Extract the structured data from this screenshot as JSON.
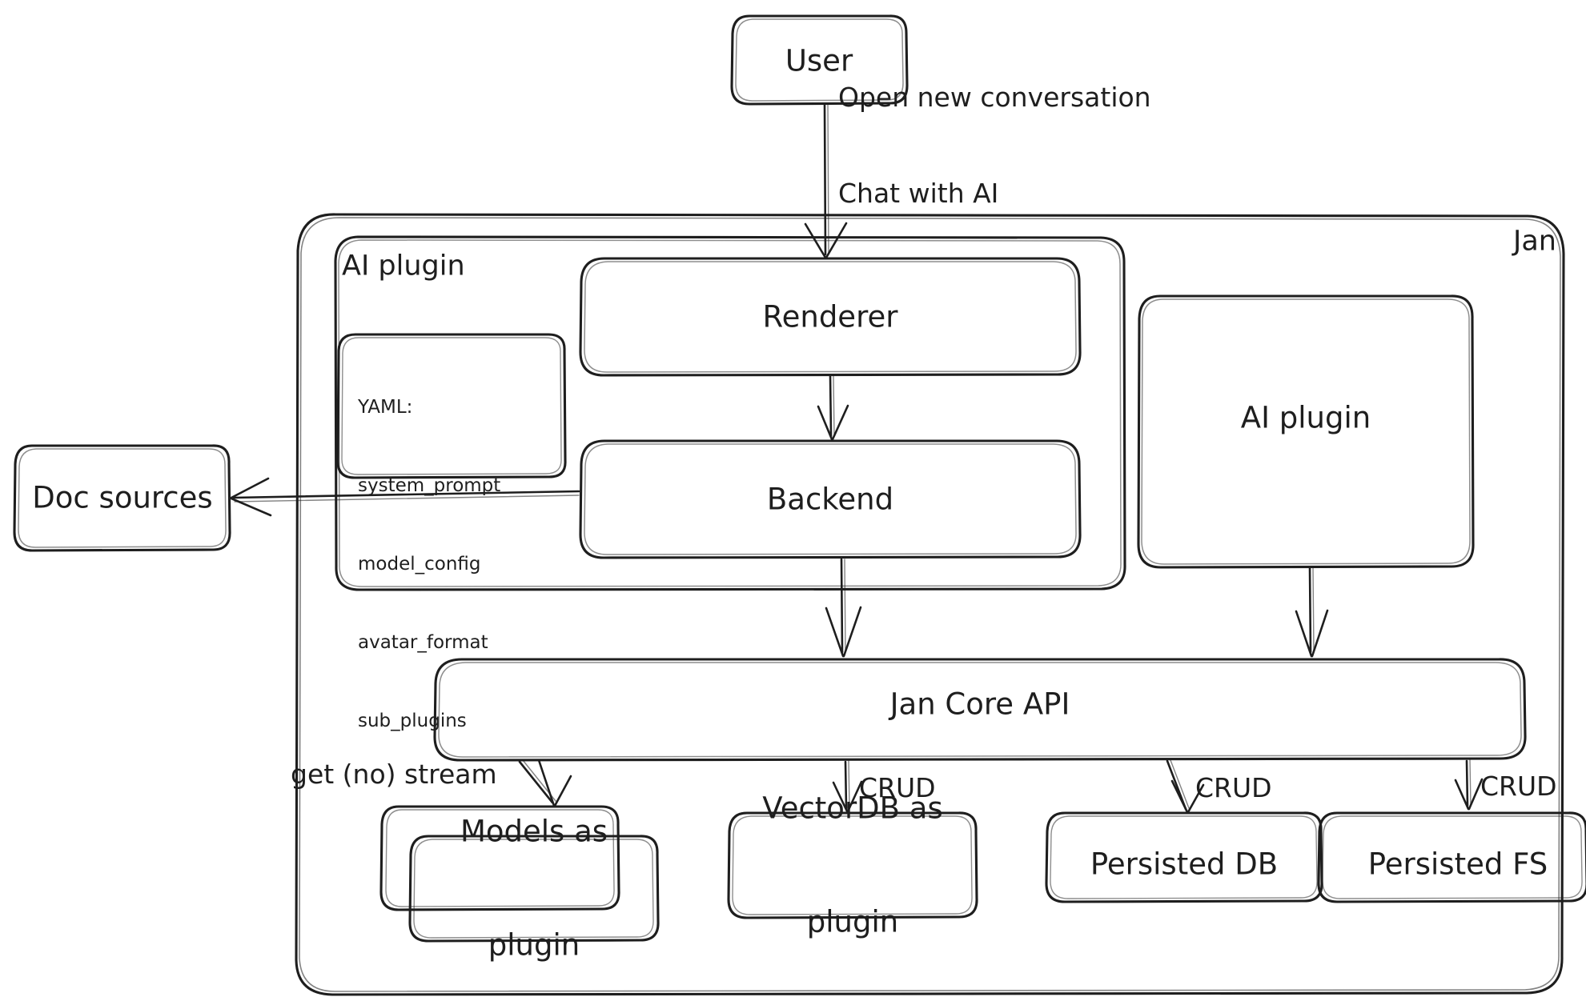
{
  "diagram": {
    "title": "Jan architecture",
    "style": "hand-drawn",
    "stroke_color": "#1e1e1e",
    "background": "#ffffff"
  },
  "nodes": {
    "user": {
      "label": "User"
    },
    "jan_container": {
      "label": "Jan"
    },
    "ai_plugin_group": {
      "label": "AI plugin"
    },
    "yaml_box": {
      "lines": [
        "YAML:",
        "system_prompt",
        "model_config",
        "avatar_format",
        "sub_plugins"
      ]
    },
    "renderer": {
      "label": "Renderer"
    },
    "backend": {
      "label": "Backend"
    },
    "ai_plugin": {
      "label": "AI plugin"
    },
    "doc_sources": {
      "label": "Doc sources"
    },
    "jan_core_api": {
      "label": "Jan Core API"
    },
    "models_plugin": {
      "label_line1": "Models as",
      "label_line2": "plugin"
    },
    "vectordb_plugin": {
      "label_line1": "VectorDB as",
      "label_line2": "plugin"
    },
    "persisted_db": {
      "label": "Persisted DB"
    },
    "persisted_fs": {
      "label": "Persisted FS"
    }
  },
  "edges": {
    "user_to_renderer": {
      "label_line1": "Open new conversation",
      "label_line2": "Chat with AI"
    },
    "backend_to_doc_sources": {
      "label": ""
    },
    "core_to_models": {
      "label": "get (no) stream"
    },
    "core_to_vectordb": {
      "label": "CRUD"
    },
    "core_to_persisted_db": {
      "label": "CRUD"
    },
    "core_to_persisted_fs": {
      "label": "CRUD"
    }
  }
}
